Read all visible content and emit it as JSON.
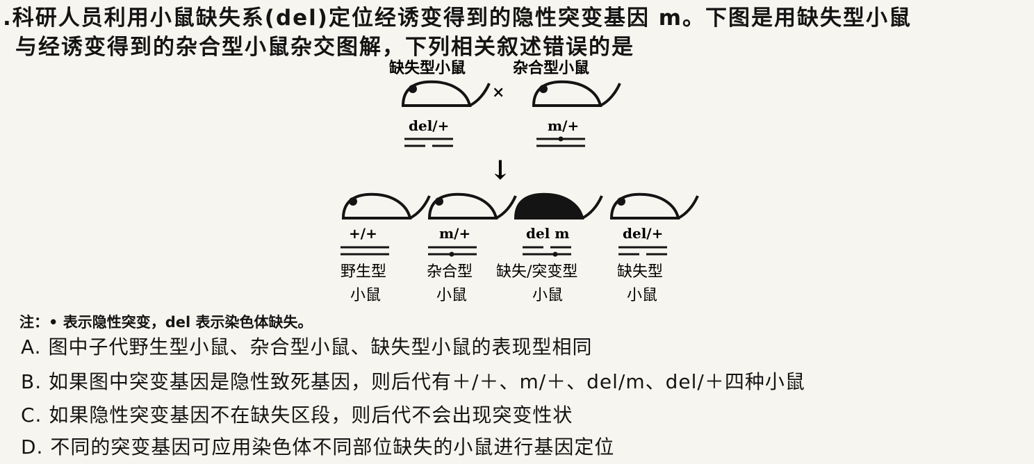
{
  "question": {
    "line1": ".科研人员利用小鼠缺失系(del)定位经诱变得到的隐性突变基因 m。下图是用缺失型小鼠",
    "line2": "与经诱变得到的杂合型小鼠杂交图解，下列相关叙述错误的是"
  },
  "diagram": {
    "parents": [
      {
        "label": "缺失型小鼠",
        "genotype": "del/+"
      },
      {
        "label": "杂合型小鼠",
        "genotype": "m/+"
      }
    ],
    "cross_symbol": "×",
    "arrow_symbol": "↓",
    "offspring": [
      {
        "genotype": "+/+",
        "type": "野生型",
        "suffix": "小鼠",
        "filled": false
      },
      {
        "genotype": "m/+",
        "type": "杂合型",
        "suffix": "小鼠",
        "filled": false
      },
      {
        "genotype": "del m",
        "type": "缺失/突变型",
        "suffix": "小鼠",
        "filled": true
      },
      {
        "genotype": "del/+",
        "type": "缺失型",
        "suffix": "小鼠",
        "filled": false
      }
    ]
  },
  "note": "注：• 表示隐性突变，del 表示染色体缺失。",
  "options": {
    "A": "A. 图中子代野生型小鼠、杂合型小鼠、缺失型小鼠的表现型相同",
    "B": "B. 如果图中突变基因是隐性致死基因，则后代有＋/＋、m/＋、del/m、del/＋四种小鼠",
    "C": "C. 如果隐性突变基因不在缺失区段，则后代不会出现突变性状",
    "D": "D. 不同的突变基因可应用染色体不同部位缺失的小鼠进行基因定位"
  }
}
